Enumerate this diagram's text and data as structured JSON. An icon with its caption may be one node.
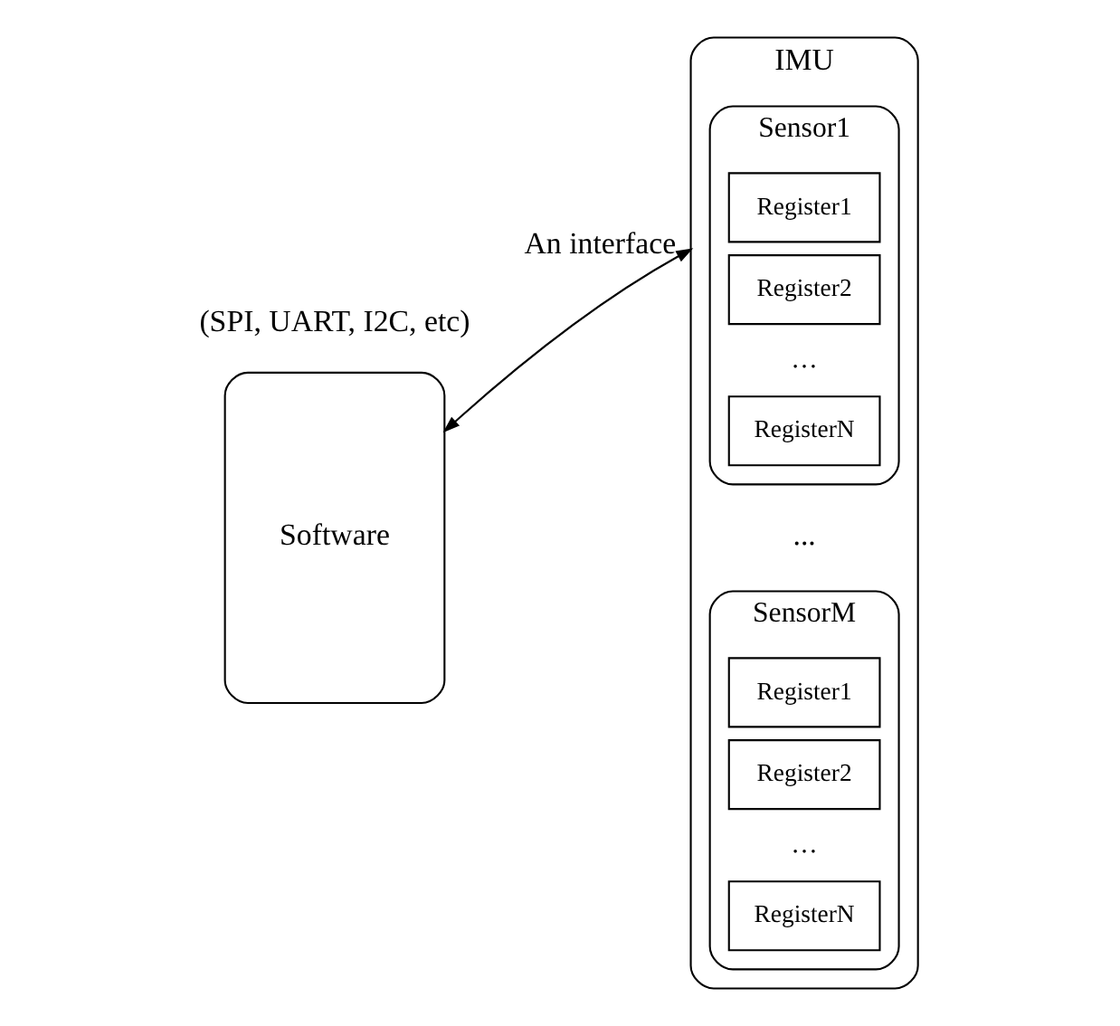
{
  "diagram": {
    "nodes": [
      {
        "text": [
          "Software"
        ]
      },
      {
        "text": [
          "IMU"
        ]
      },
      {
        "text": [
          "Sensor1"
        ],
        "in": 1
      },
      {
        "text": [
          "Register1"
        ],
        "in": 2
      },
      {
        "text": [
          "Register2"
        ],
        "in": 2
      },
      {
        "text": [
          "RegisterN"
        ],
        "in": 2
      },
      {
        "text": [
          "SensorM"
        ],
        "in": 1
      },
      {
        "text": [
          "Register1"
        ],
        "in": 6
      },
      {
        "text": [
          "Register2"
        ],
        "in": 6
      },
      {
        "text": [
          "RegisterN"
        ],
        "in": 6
      }
    ],
    "edges": [
      {
        "from": 0,
        "to": 1,
        "arrow": "both",
        "label": "An interface"
      }
    ],
    "labels": [
      "…",
      "...",
      "…",
      "(SPI, UART, I2C, etc)"
    ]
  }
}
